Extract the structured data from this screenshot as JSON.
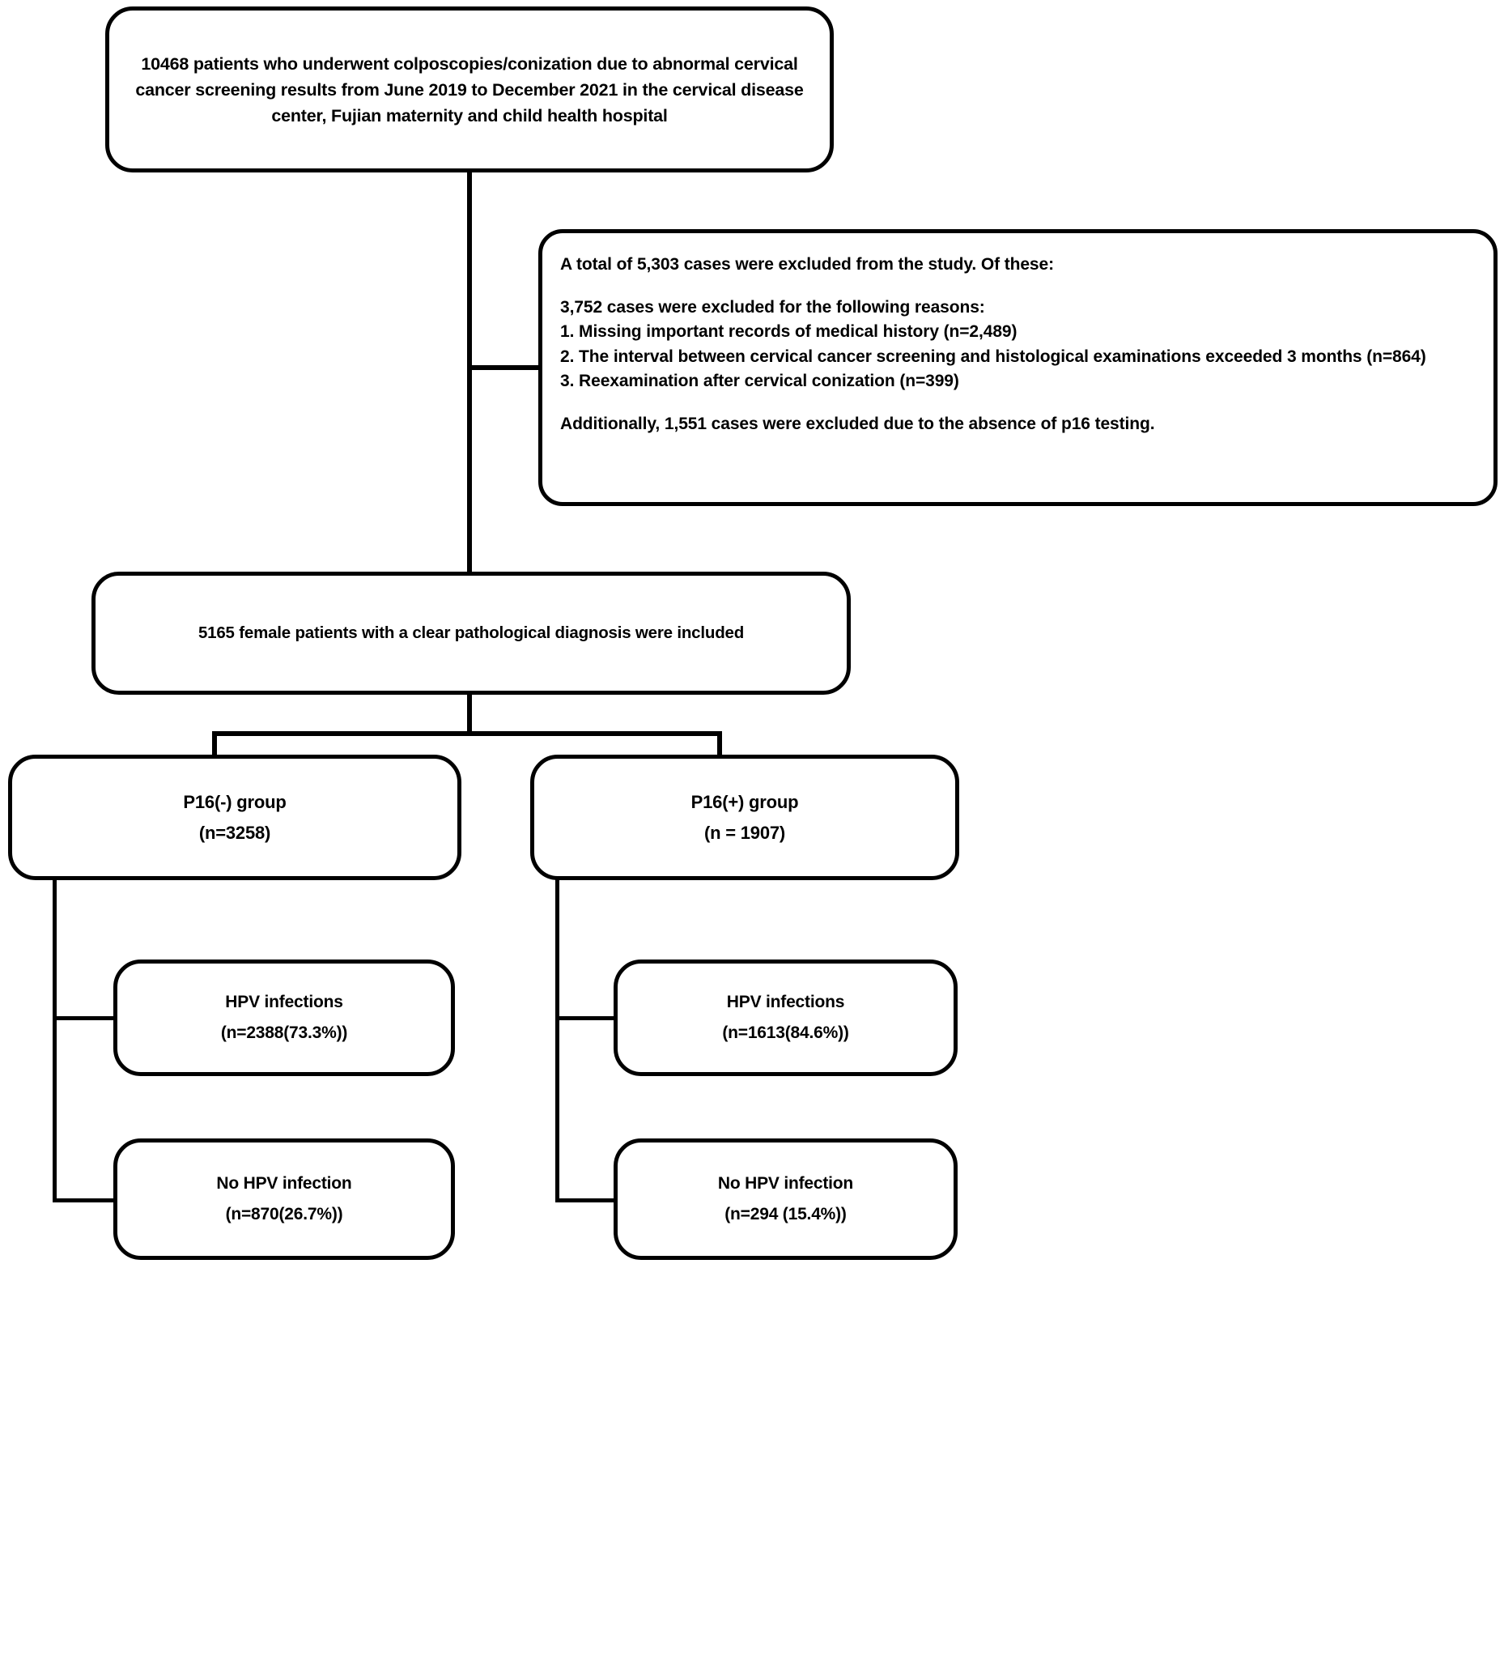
{
  "flow": {
    "enrolled": {
      "text": "10468 patients who underwent colposcopies/conization due to abnormal cervical cancer screening results from June 2019 to December 2021 in the cervical disease center, Fujian maternity and child health hospital"
    },
    "excluded": {
      "headline": " A total of 5,303 cases were excluded from the study. Of these:",
      "reasons_intro": "3,752 cases were excluded for the following reasons:",
      "reasons": [
        "1. Missing important records of medical history (n=2,489)",
        "2. The interval between cervical cancer screening and histological examinations exceeded 3 months (n=864)",
        "3. Reexamination after cervical conization (n=399)"
      ],
      "additional": "Additionally, 1,551 cases were excluded due to the absence of p16 testing."
    },
    "included": {
      "text": "5165 female patients with a clear pathological diagnosis were included"
    },
    "groups": [
      {
        "name": "p16-negative",
        "title": "P16(-) group",
        "count": "(n=3258)",
        "children": [
          {
            "name": "hpv-infections",
            "title": "HPV infections",
            "count": "(n=2388(73.3%))"
          },
          {
            "name": "no-hpv-infection",
            "title": "No HPV infection",
            "count": "(n=870(26.7%))"
          }
        ]
      },
      {
        "name": "p16-positive",
        "title": "P16(+)  group",
        "count": "(n = 1907)",
        "children": [
          {
            "name": "hpv-infections",
            "title": "HPV infections",
            "count": "(n=1613(84.6%))"
          },
          {
            "name": "no-hpv-infection",
            "title": "No HPV infection",
            "count": "(n=294 (15.4%))"
          }
        ]
      }
    ]
  },
  "colors": {
    "stroke": "#000000",
    "background": "#ffffff",
    "text": "#000000"
  }
}
